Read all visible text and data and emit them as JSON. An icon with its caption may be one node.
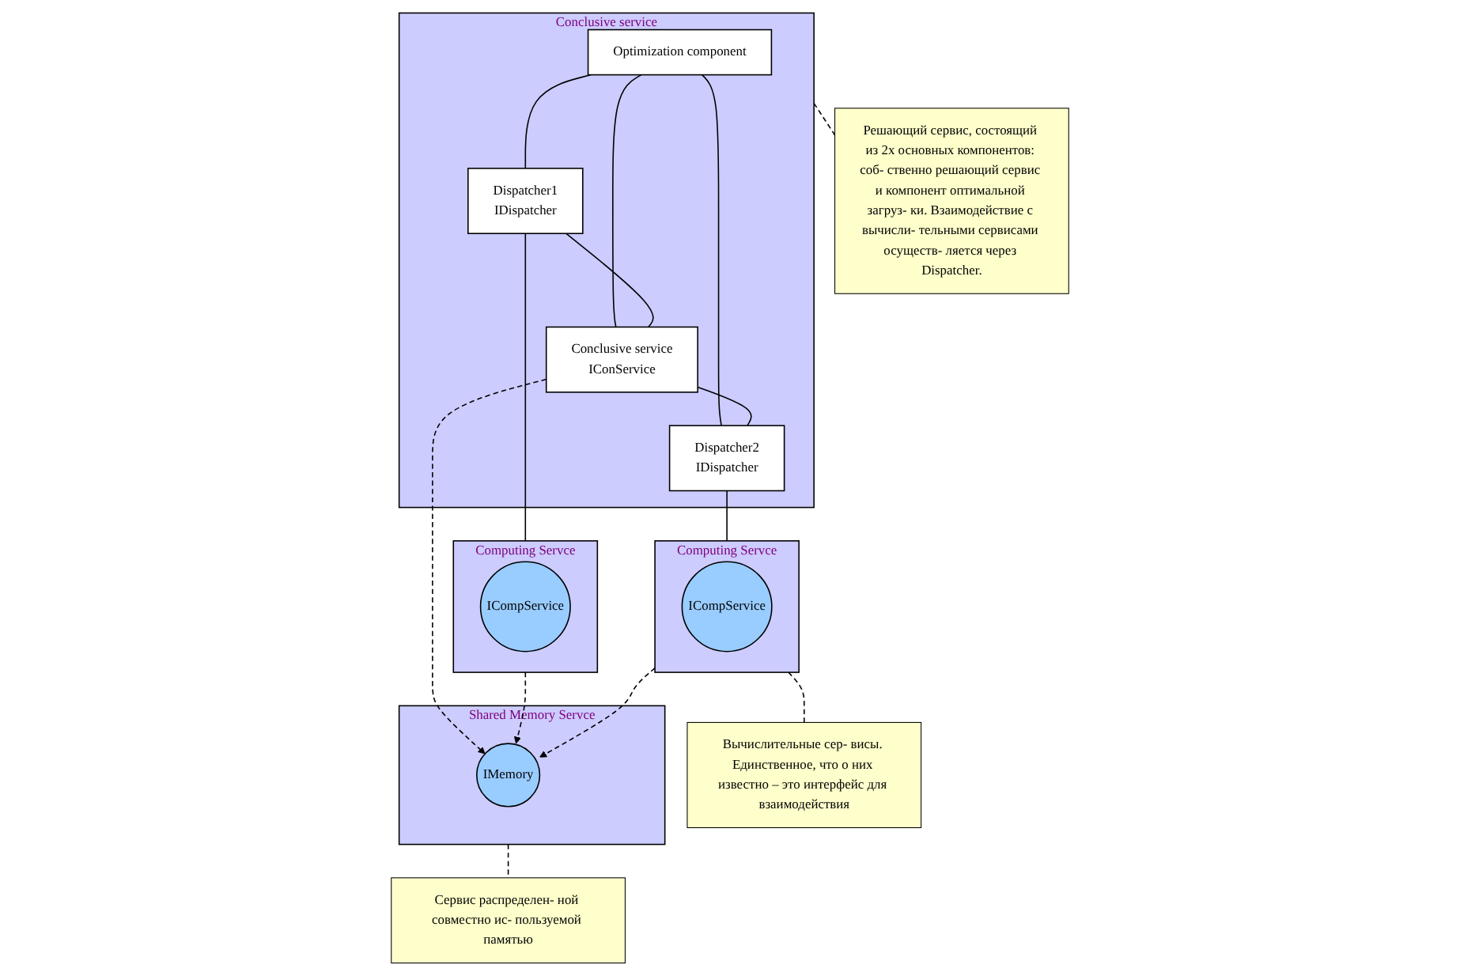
{
  "diagram": {
    "nodes": [
      {
        "text": [
          "Conclusive service"
        ]
      },
      {
        "text": [
          "Optimization component"
        ],
        "in": 0
      },
      {
        "text": [
          "Dispatcher1",
          "IDispatcher"
        ],
        "in": 0
      },
      {
        "text": [
          "Conclusive service",
          "IConService"
        ],
        "in": 0
      },
      {
        "text": [
          "Dispatcher2",
          "IDispatcher"
        ],
        "in": 0
      },
      {
        "text": [
          "Решающий сервис, состоящий из 2х основных компонентов: соб- ственно решающий сервис и компонент оптимальной загруз- ки. Взаимодействие с вычисли- тельными сервисами осуществ- ляется через Dispatcher."
        ]
      },
      {
        "text": [
          "Computing Servce"
        ]
      },
      {
        "text": [
          "ICompService"
        ],
        "in": 6
      },
      {
        "text": [
          "Shared Memory Servce"
        ]
      },
      {
        "text": [
          "IMemory"
        ],
        "in": 8
      },
      {
        "text": [
          "Computing Servce"
        ]
      },
      {
        "text": [
          "ICompService"
        ],
        "in": 10
      },
      {
        "text": [
          "Сервис распределен- ной совместно ис- пользуемой памятью"
        ]
      },
      {
        "text": [
          "Вычислительные сер- висы. Единственное, что о них известно – это интерфейс для взаимодействия"
        ]
      }
    ],
    "edges": [
      {
        "from": 1,
        "to": 2,
        "arrow": "none"
      },
      {
        "from": 1,
        "to": 3,
        "arrow": "none"
      },
      {
        "from": 1,
        "to": 4,
        "arrow": "none"
      },
      {
        "from": 2,
        "to": 3,
        "arrow": "none"
      },
      {
        "from": 3,
        "to": 4,
        "arrow": "none"
      },
      {
        "from": 0,
        "to": 5,
        "arrow": "none",
        "style": "dashed"
      },
      {
        "from": 2,
        "to": 6,
        "arrow": "none"
      },
      {
        "from": 4,
        "to": 10,
        "arrow": "none"
      },
      {
        "from": 3,
        "to": 9,
        "arrow": "to",
        "style": "dashed"
      },
      {
        "from": 6,
        "to": 9,
        "arrow": "to",
        "style": "dashed"
      },
      {
        "from": 10,
        "to": 9,
        "arrow": "to",
        "style": "dashed"
      },
      {
        "from": 8,
        "to": 12,
        "arrow": "none",
        "style": "dashed"
      },
      {
        "from": 10,
        "to": 13,
        "arrow": "none",
        "style": "dashed"
      }
    ]
  }
}
